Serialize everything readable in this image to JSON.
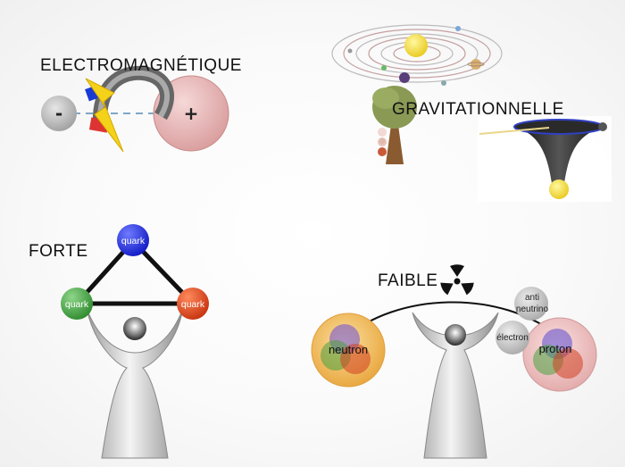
{
  "forces": {
    "electromagnetic": {
      "title": "ELECTROMAGNÉTIQUE",
      "negative": "-",
      "positive": "+"
    },
    "gravitational": {
      "title": "GRAVITATIONNELLE"
    },
    "strong": {
      "title": "FORTE",
      "quarks": [
        "quark",
        "quark",
        "quark"
      ]
    },
    "weak": {
      "title": "FAIBLE",
      "neutron": "neutron",
      "proton": "proton",
      "antineutrino_line1": "anti",
      "antineutrino_line2": "neutrino",
      "electron": "électron"
    }
  },
  "colors": {
    "quark_blue": "#1f2ee6",
    "quark_green": "#3aa339",
    "quark_red": "#e0421f",
    "positive_charge": "#e9b8b8",
    "negative_charge": "#bdbdbd",
    "sun": "#f5e23a",
    "tree_leaves": "#8a9a55"
  }
}
